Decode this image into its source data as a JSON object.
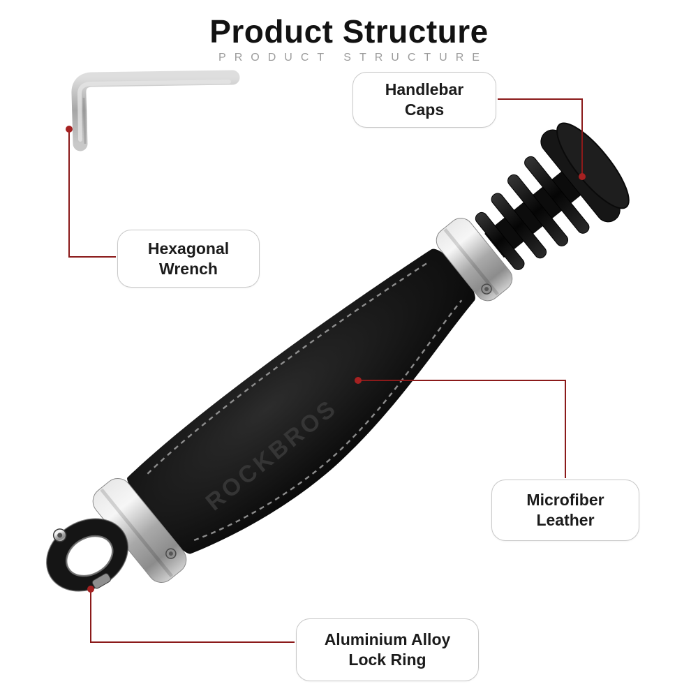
{
  "header": {
    "title": "Product Structure",
    "subtitle": "PRODUCT STRUCTURE"
  },
  "labels": {
    "handlebar_caps": "Handlebar Caps",
    "hexagonal_wrench": "Hexagonal Wrench",
    "microfiber_leather": "Microfiber Leather",
    "lock_ring": "Aluminium Alloy Lock Ring"
  },
  "product": {
    "brand": "ROCKBROS"
  },
  "colors": {
    "callout_line": "#8B1A1A",
    "callout_dot": "#A62121",
    "title_text": "#121212",
    "subtitle_text": "#9B9B9B",
    "label_border": "#C9C9C9",
    "label_text": "#1B1B1B",
    "grip_black": "#0E0E0E",
    "metal_silver": "#B9B9B9"
  }
}
